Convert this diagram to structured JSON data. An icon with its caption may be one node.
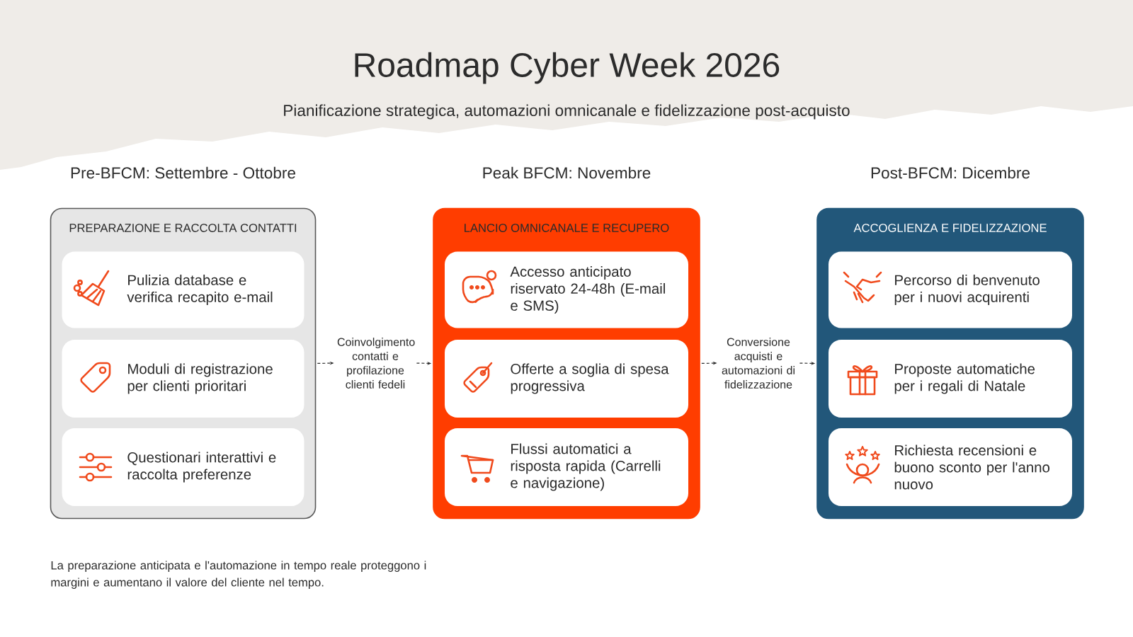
{
  "diagram": {
    "title": "Roadmap Cyber Week 2026",
    "nodes": [
      {
        "text": [
          "Pre-BFCM: Settembre - Ottobre",
          "PREPARAZIONE E RACCOLTA CONTATTI"
        ]
      },
      {
        "text": [
          "Pulizia database e verifica recapito e-mail"
        ],
        "in": 0
      },
      {
        "text": [
          "Moduli di registrazione per clienti prioritari"
        ],
        "in": 0
      },
      {
        "text": [
          "Questionari interattivi e raccolta preferenze"
        ],
        "in": 0
      },
      {
        "text": [
          "Coinvolgimento contatti e profilazione clienti fedeli"
        ]
      },
      {
        "text": [
          "Peak BFCM: Novembre",
          "LANCIO OMNICANALE E RECUPERO"
        ]
      },
      {
        "text": [
          "Accesso anticipato riservato 24-48h (E-mail e SMS)"
        ],
        "in": 5
      },
      {
        "text": [
          "Offerte a soglia di spesa progressiva"
        ],
        "in": 5
      },
      {
        "text": [
          "Flussi automatici a risposta rapida (Carrelli e navigazione)"
        ],
        "in": 5
      },
      {
        "text": [
          "Conversione acquisti e automazioni di fidelizzazione"
        ]
      },
      {
        "text": [
          "Post-BFCM: Dicembre",
          "ACCOGLIENZA E FIDELIZZAZIONE"
        ]
      },
      {
        "text": [
          "Percorso di benvenuto per i nuovi acquirenti"
        ],
        "in": 10
      },
      {
        "text": [
          "Proposte automatiche per i regali di Natale"
        ],
        "in": 10
      },
      {
        "text": [
          "Richiesta recensioni e buono sconto per l'anno nuovo"
        ],
        "in": 10
      }
    ],
    "edges": [
      {
        "from": 0,
        "to": 4,
        "arrow": "to",
        "style": "dashed"
      },
      {
        "from": 4,
        "to": 5,
        "arrow": "to",
        "style": "dashed"
      },
      {
        "from": 5,
        "to": 9,
        "arrow": "to",
        "style": "dashed"
      },
      {
        "from": 9,
        "to": 10,
        "arrow": "to",
        "style": "dashed"
      }
    ],
    "labels": [
      "Pianificazione strategica, automazioni omnicanale e fidelizzazione post-acquisto"
    ],
    "caption": "La preparazione anticipata e l'automazione in tempo reale proteggono i margini e aumentano il valore del cliente nel tempo."
  }
}
